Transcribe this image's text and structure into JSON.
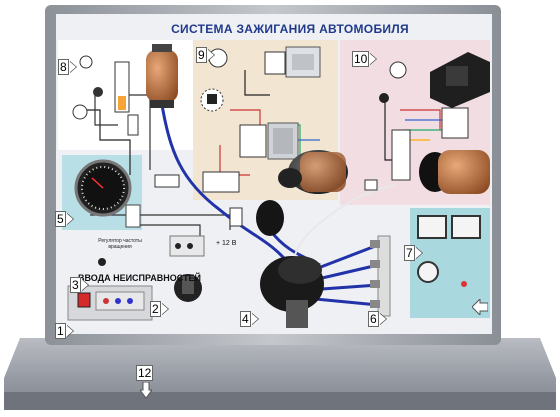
{
  "panel": {
    "title": "СИСТЕМА ЗАЖИГАНИЯ  АВТОМОБИЛЯ",
    "fault_label": "ВВОДА  НЕИСПРАВНОСТЕЙ",
    "pulse_label": "Регулятор частоты вращения",
    "voltage_label": "+ 12 В"
  },
  "callouts": [
    {
      "id": "1",
      "label": "1"
    },
    {
      "id": "2",
      "label": "2"
    },
    {
      "id": "3",
      "label": "3"
    },
    {
      "id": "4",
      "label": "4"
    },
    {
      "id": "5",
      "label": "5"
    },
    {
      "id": "6",
      "label": "6"
    },
    {
      "id": "7",
      "label": "7"
    },
    {
      "id": "8",
      "label": "8"
    },
    {
      "id": "9",
      "label": "9"
    },
    {
      "id": "10",
      "label": "10"
    },
    {
      "id": "12",
      "label": "12"
    }
  ]
}
